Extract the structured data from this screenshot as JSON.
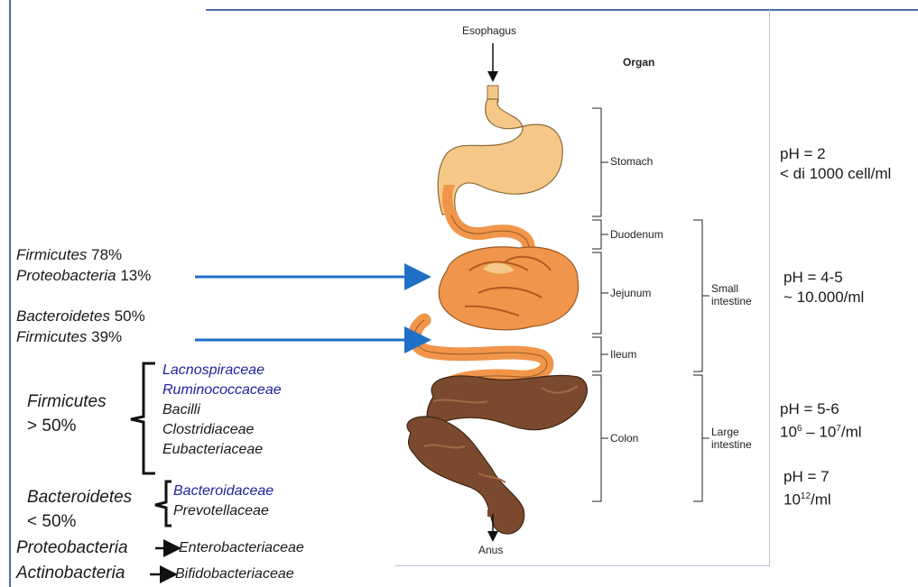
{
  "diagram": {
    "header": "Organ",
    "entry_label": "Esophagus",
    "exit_label": "Anus",
    "organs": [
      "Stomach",
      "Duodenum",
      "Jejunum",
      "Ileum",
      "Colon"
    ],
    "regions": [
      {
        "line1": "Small",
        "line2": "intestine"
      },
      {
        "line1": "Large",
        "line2": "intestine"
      }
    ]
  },
  "conditions": {
    "stomach": {
      "ph": "pH = 2",
      "count": "< di 1000 cell/ml"
    },
    "small": {
      "ph": "pH = 4-5",
      "count": "~ 10.000/ml"
    },
    "large": {
      "ph": "pH = 5-6",
      "count_a": "10",
      "exp_a": "6",
      "count_mid": " – 10",
      "exp_b": "7",
      "count_unit": "/ml"
    },
    "colon_end": {
      "ph": "pH = 7",
      "count_base": "10",
      "exp": "12",
      "count_unit": "/ml"
    }
  },
  "jejunum_stats": [
    {
      "taxon": "Firmicutes",
      "value": "78%"
    },
    {
      "taxon": "Proteobacteria",
      "value": "13%"
    }
  ],
  "ileum_stats": [
    {
      "taxon": "Bacteroidetes",
      "value": "50%"
    },
    {
      "taxon": "Firmicutes",
      "value": "39%"
    }
  ],
  "groups": [
    {
      "name": "Firmicutes",
      "share": "> 50%",
      "families": [
        "Lacnospiraceae",
        "Ruminococcaceae",
        "Bacilli",
        "Clostridiaceae",
        "Eubacteriaceae"
      ]
    },
    {
      "name": "Bacteroidetes",
      "share": "< 50%",
      "families": [
        "Bacteroidaceae",
        "Prevotellaceae"
      ]
    },
    {
      "name": "Proteobacteria",
      "families": [
        "Enterobacteriaceae"
      ]
    },
    {
      "name": "Actinobacteria",
      "families": [
        "Bifidobacteriaceae"
      ]
    }
  ],
  "colors": {
    "arrow": "#1f6fc8",
    "stomach": "#f5c887",
    "small_intestine": "#f0954a",
    "large_intestine": "#7b4a2e",
    "highlight_family": "#1f1f9c"
  }
}
